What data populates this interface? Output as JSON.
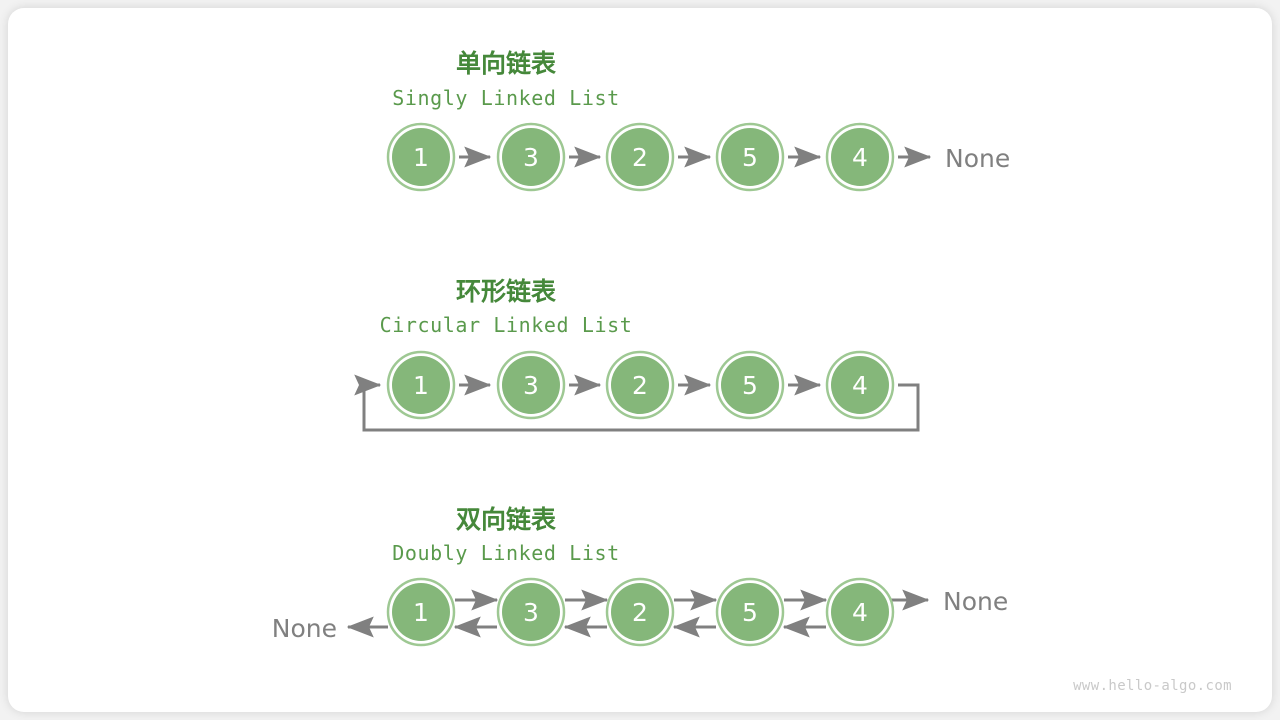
{
  "page": {
    "background_color": "#f2f2f2",
    "card_color": "#ffffff",
    "watermark": "www.hello-algo.com"
  },
  "palette": {
    "node_fill": "#85b77a",
    "node_ring": "#9ec893",
    "node_gap": "#ffffff",
    "node_text": "#ffffff",
    "arrow": "#808080",
    "title_green": "#45883a",
    "subtitle_green": "#5a9a4c",
    "none_gray": "#808080",
    "watermark_gray": "#c9c9c9"
  },
  "sections": [
    {
      "id": "singly",
      "title_cn": "单向链表",
      "title_en": "Singly Linked List",
      "nodes": [
        "1",
        "3",
        "2",
        "5",
        "4"
      ],
      "tail_label": "None",
      "head_label": "",
      "has_backward_arrows": false,
      "has_loop": false
    },
    {
      "id": "circular",
      "title_cn": "环形链表",
      "title_en": "Circular Linked List",
      "nodes": [
        "1",
        "3",
        "2",
        "5",
        "4"
      ],
      "tail_label": "",
      "head_label": "",
      "has_backward_arrows": false,
      "has_loop": true
    },
    {
      "id": "doubly",
      "title_cn": "双向链表",
      "title_en": "Doubly Linked List",
      "nodes": [
        "1",
        "3",
        "2",
        "5",
        "4"
      ],
      "tail_label": "None",
      "head_label": "None",
      "has_backward_arrows": true,
      "has_loop": false
    }
  ]
}
